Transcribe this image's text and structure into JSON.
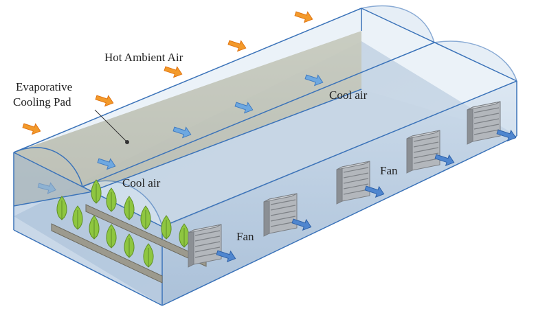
{
  "labels": {
    "hot_ambient_air": "Hot Ambient Air",
    "evaporative_line1": "Evaporative",
    "evaporative_line2": "Cooling Pad",
    "cool_air_top": "Cool air",
    "cool_air_left": "Cool air",
    "fan_upper": "Fan",
    "fan_lower": "Fan"
  },
  "colors": {
    "hot_air_arrow": "#f39a2b",
    "cool_air_arrow": "#6ea8e0",
    "exhaust_arrow": "#4f86cf",
    "glass_tint": "#c5d9ec",
    "glass_edge": "#3b73b9",
    "cooling_pad": "#a39a73",
    "fan_body": "#a9adb2",
    "plant_green": "#8ec640",
    "bench": "#9c9a8e"
  },
  "icons": {
    "hot_air": "orange-arrow-icon",
    "cool_air": "blue-arrow-icon",
    "fan": "fan-unit-icon",
    "plant": "plant-icon"
  }
}
